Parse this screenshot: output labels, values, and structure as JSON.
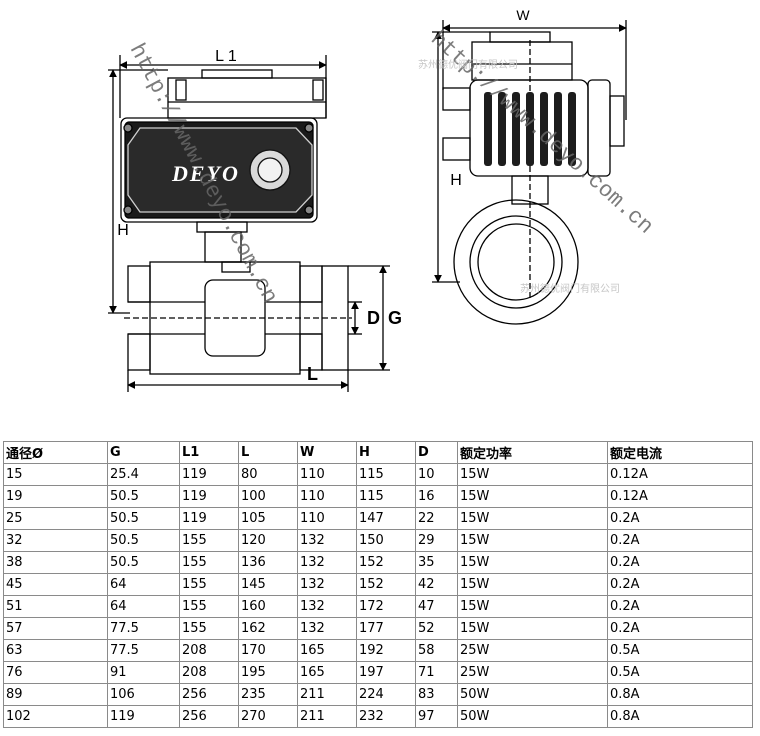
{
  "drawing": {
    "front_labels": {
      "l1": "L 1",
      "h": "H",
      "d": "D",
      "g": "G",
      "l": "L"
    },
    "side_labels": {
      "w": "W",
      "h": "H"
    },
    "logo_text": "DEYO",
    "watermark_left": "http://www.deyo.com.cn",
    "watermark_right": "http://www.deyo.com.cn",
    "company_watermark_1": "苏州德优阀门有限公司",
    "company_watermark_2": "苏州德优阀门有限公司"
  },
  "table": {
    "headers": [
      "通径Ø",
      "G",
      "L1",
      "L",
      "W",
      "H",
      "D",
      "额定功率",
      "额定电流"
    ],
    "rows": [
      [
        "15",
        "25.4",
        "119",
        "80",
        "110",
        "115",
        "10",
        "15W",
        "0.12A"
      ],
      [
        "19",
        "50.5",
        "119",
        "100",
        "110",
        "115",
        "16",
        "15W",
        "0.12A"
      ],
      [
        "25",
        "50.5",
        "119",
        "105",
        "110",
        "147",
        "22",
        "15W",
        "0.2A"
      ],
      [
        "32",
        "50.5",
        "155",
        "120",
        "132",
        "150",
        "29",
        "15W",
        "0.2A"
      ],
      [
        "38",
        "50.5",
        "155",
        "136",
        "132",
        "152",
        "35",
        "15W",
        "0.2A"
      ],
      [
        "45",
        "64",
        "155",
        "145",
        "132",
        "152",
        "42",
        "15W",
        "0.2A"
      ],
      [
        "51",
        "64",
        "155",
        "160",
        "132",
        "172",
        "47",
        "15W",
        "0.2A"
      ],
      [
        "57",
        "77.5",
        "155",
        "162",
        "132",
        "177",
        "52",
        "15W",
        "0.2A"
      ],
      [
        "63",
        "77.5",
        "208",
        "170",
        "165",
        "192",
        "58",
        "25W",
        "0.5A"
      ],
      [
        "76",
        "91",
        "208",
        "195",
        "165",
        "197",
        "71",
        "25W",
        "0.5A"
      ],
      [
        "89",
        "106",
        "256",
        "235",
        "211",
        "224",
        "83",
        "50W",
        "0.8A"
      ],
      [
        "102",
        "119",
        "256",
        "270",
        "211",
        "232",
        "97",
        "50W",
        "0.8A"
      ]
    ]
  }
}
